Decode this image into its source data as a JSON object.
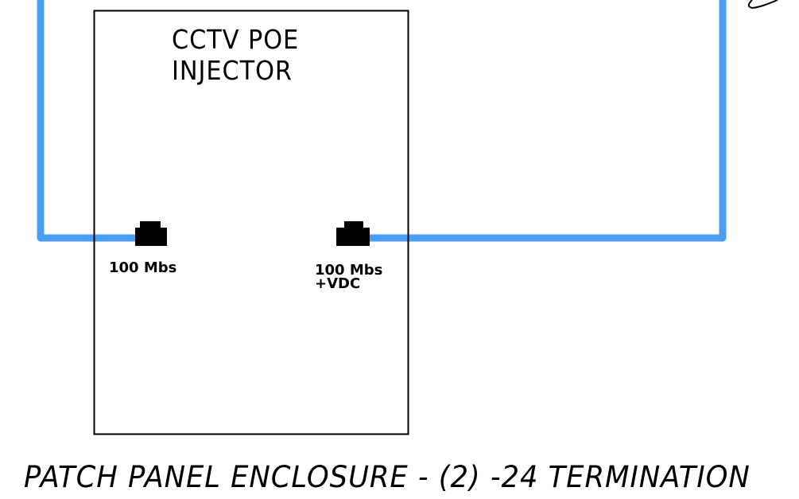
{
  "device": {
    "title_line1": "CCTV POE",
    "title_line2": "INJECTOR"
  },
  "ports": [
    {
      "line1": "100 Mbs",
      "line2": ""
    },
    {
      "line1": "100 Mbs",
      "line2": "+VDC"
    }
  ],
  "caption": "PATCH PANEL ENCLOSURE - (2) -24 TERMINATION",
  "colors": {
    "cable": "#4a9ff5",
    "stroke": "#000000",
    "background": "#ffffff"
  }
}
